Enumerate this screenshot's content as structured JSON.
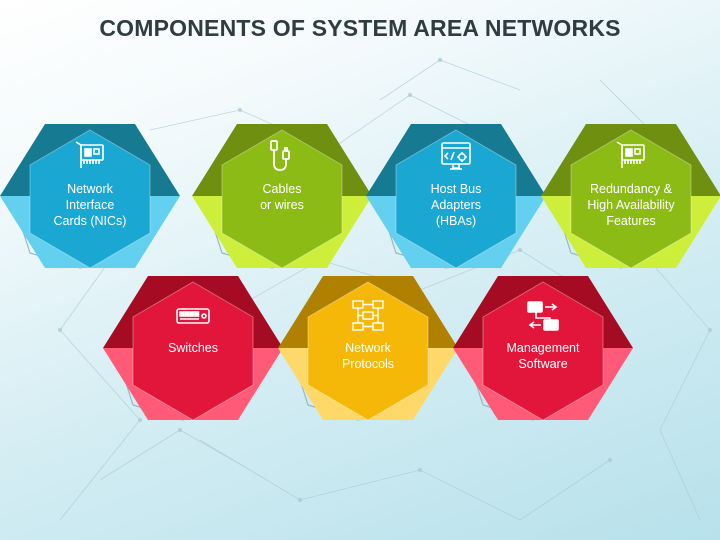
{
  "title": "COMPONENTS OF SYSTEM AREA NETWORKS",
  "components": [
    {
      "label_lines": [
        "Network",
        "Interface",
        "Cards (NICs)"
      ],
      "icon": "network-card-icon",
      "colors": {
        "outer_top": "#157a92",
        "outer_bottom": "#62d0ee",
        "inner": "#1aa7d2"
      }
    },
    {
      "label_lines": [
        "Cables",
        "or wires"
      ],
      "icon": "cable-icon",
      "colors": {
        "outer_top": "#6f8f10",
        "outer_bottom": "#cdef3c",
        "inner": "#8cbb15"
      }
    },
    {
      "label_lines": [
        "Host Bus",
        "Adapters",
        "(HBAs)"
      ],
      "icon": "code-settings-icon",
      "colors": {
        "outer_top": "#157a92",
        "outer_bottom": "#62d0ee",
        "inner": "#1aa7d2"
      }
    },
    {
      "label_lines": [
        "Redundancy &",
        "High Availability",
        "Features"
      ],
      "icon": "network-card-icon",
      "colors": {
        "outer_top": "#6f8f10",
        "outer_bottom": "#cdef3c",
        "inner": "#8cbb15"
      }
    },
    {
      "label_lines": [
        "Switches"
      ],
      "icon": "switch-icon",
      "colors": {
        "outer_top": "#a50b22",
        "outer_bottom": "#ff5a78",
        "inner": "#e1163a"
      }
    },
    {
      "label_lines": [
        "Network",
        "Protocols"
      ],
      "icon": "protocol-icon",
      "colors": {
        "outer_top": "#b08000",
        "outer_bottom": "#ffd86a",
        "inner": "#f6b808"
      }
    },
    {
      "label_lines": [
        "Management",
        "Software"
      ],
      "icon": "transfer-icon",
      "colors": {
        "outer_top": "#a50b22",
        "outer_bottom": "#ff5a78",
        "inner": "#e1163a"
      }
    }
  ]
}
